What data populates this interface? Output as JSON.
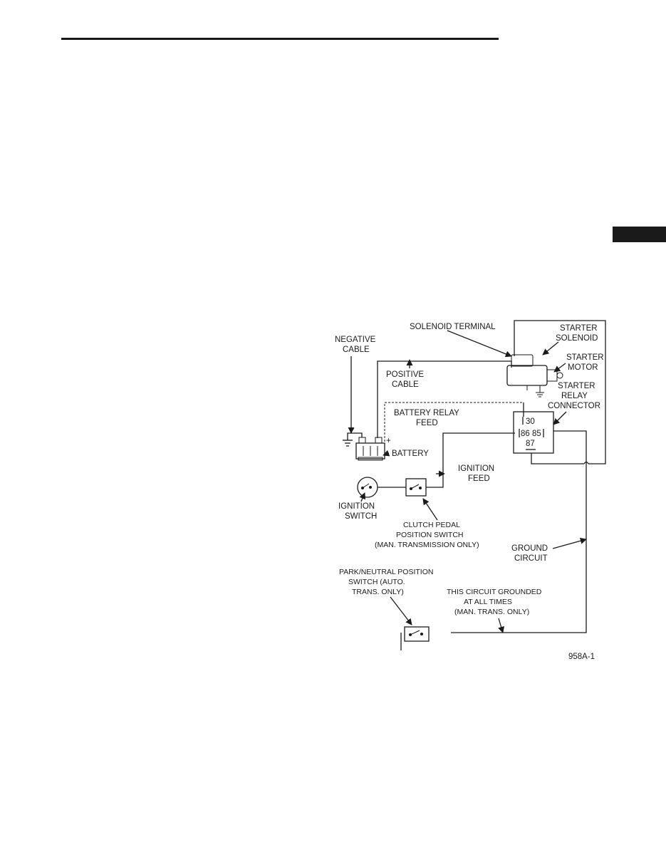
{
  "diagram": {
    "labels": {
      "solenoid_terminal": "SOLENOID TERMINAL",
      "starter_solenoid": [
        "STARTER",
        "SOLENOID"
      ],
      "starter_motor": [
        "STARTER",
        "MOTOR"
      ],
      "starter_relay_connector": [
        "STARTER",
        "RELAY",
        "CONNECTOR"
      ],
      "negative_cable": [
        "NEGATIVE",
        "CABLE"
      ],
      "positive_cable": [
        "POSITIVE",
        "CABLE"
      ],
      "battery_relay_feed": [
        "BATTERY RELAY",
        "FEED"
      ],
      "battery": "BATTERY",
      "battery_minus": "−",
      "battery_plus": "+",
      "relay_pin_30": "30",
      "relay_pins_86_85": "86 85",
      "relay_pin_87": "87",
      "ignition_feed": [
        "IGNITION",
        "FEED"
      ],
      "ignition_switch": [
        "IGNITION",
        "SWITCH"
      ],
      "clutch_pedal_switch": [
        "CLUTCH PEDAL",
        "POSITION SWITCH",
        "(MAN. TRANSMISSION ONLY)"
      ],
      "ground_circuit": [
        "GROUND",
        "CIRCUIT"
      ],
      "park_neutral_switch": [
        "PARK/NEUTRAL POSITION",
        "SWITCH (AUTO.",
        "TRANS. ONLY)"
      ],
      "circuit_grounded_note": [
        "THIS CIRCUIT GROUNDED",
        "AT ALL TIMES",
        "(MAN. TRANS. ONLY)"
      ],
      "figure_id": "958A-1"
    }
  }
}
